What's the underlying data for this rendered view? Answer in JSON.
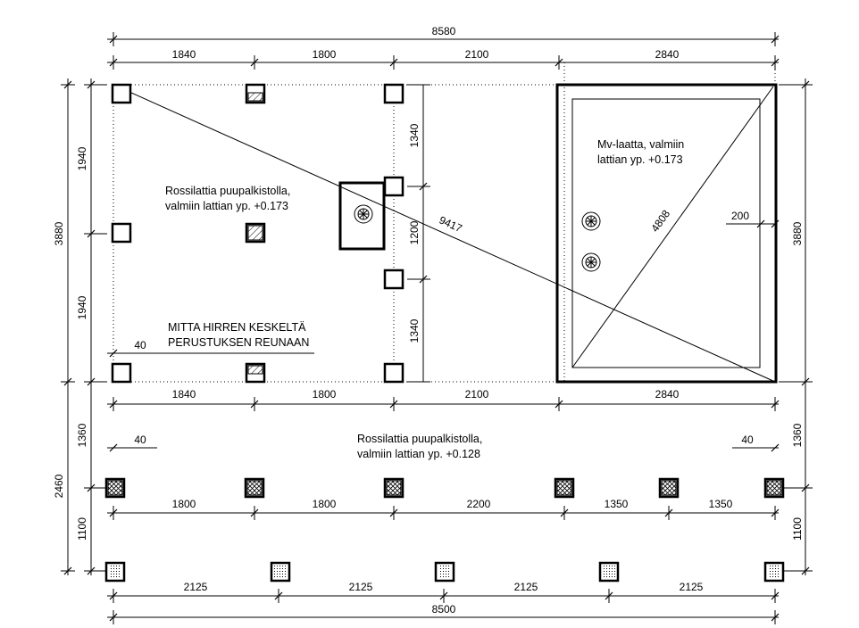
{
  "overall_top": "8580",
  "overall_bottom": "8500",
  "top_row": [
    "1840",
    "1800",
    "2100",
    "2840"
  ],
  "mid_row": [
    "1840",
    "1800",
    "2100",
    "2840"
  ],
  "row_3": [
    "1800",
    "1800",
    "2200",
    "1350",
    "1350"
  ],
  "row_4": [
    "2125",
    "2125",
    "2125",
    "2125"
  ],
  "left_total": "3880",
  "left_upper": [
    "1940",
    "1940"
  ],
  "left_lower_total": "2460",
  "left_lower": [
    "1360",
    "1100"
  ],
  "right_upper_total": "3880",
  "right_lower": [
    "1360",
    "1100"
  ],
  "inner_vertical": [
    "1340",
    "1200",
    "1340"
  ],
  "diagonal_main": "9417",
  "diagonal_slab": "4808",
  "slab_offset": "200",
  "edge_offset_40": "40",
  "room1": {
    "line1": "Rossilattia puupalkistolla,",
    "line2": "valmiin lattian yp. +0.173"
  },
  "room2": {
    "line1": "Mv-laatta, valmiin",
    "line2": "lattian yp. +0.173"
  },
  "room3": {
    "line1": "Rossilattia puupalkistolla,",
    "line2": "valmiin lattian yp. +0.128"
  },
  "note": {
    "line1": "MITTA HIRREN KESKELTÄ",
    "line2": "PERUSTUKSEN REUNAAN"
  }
}
